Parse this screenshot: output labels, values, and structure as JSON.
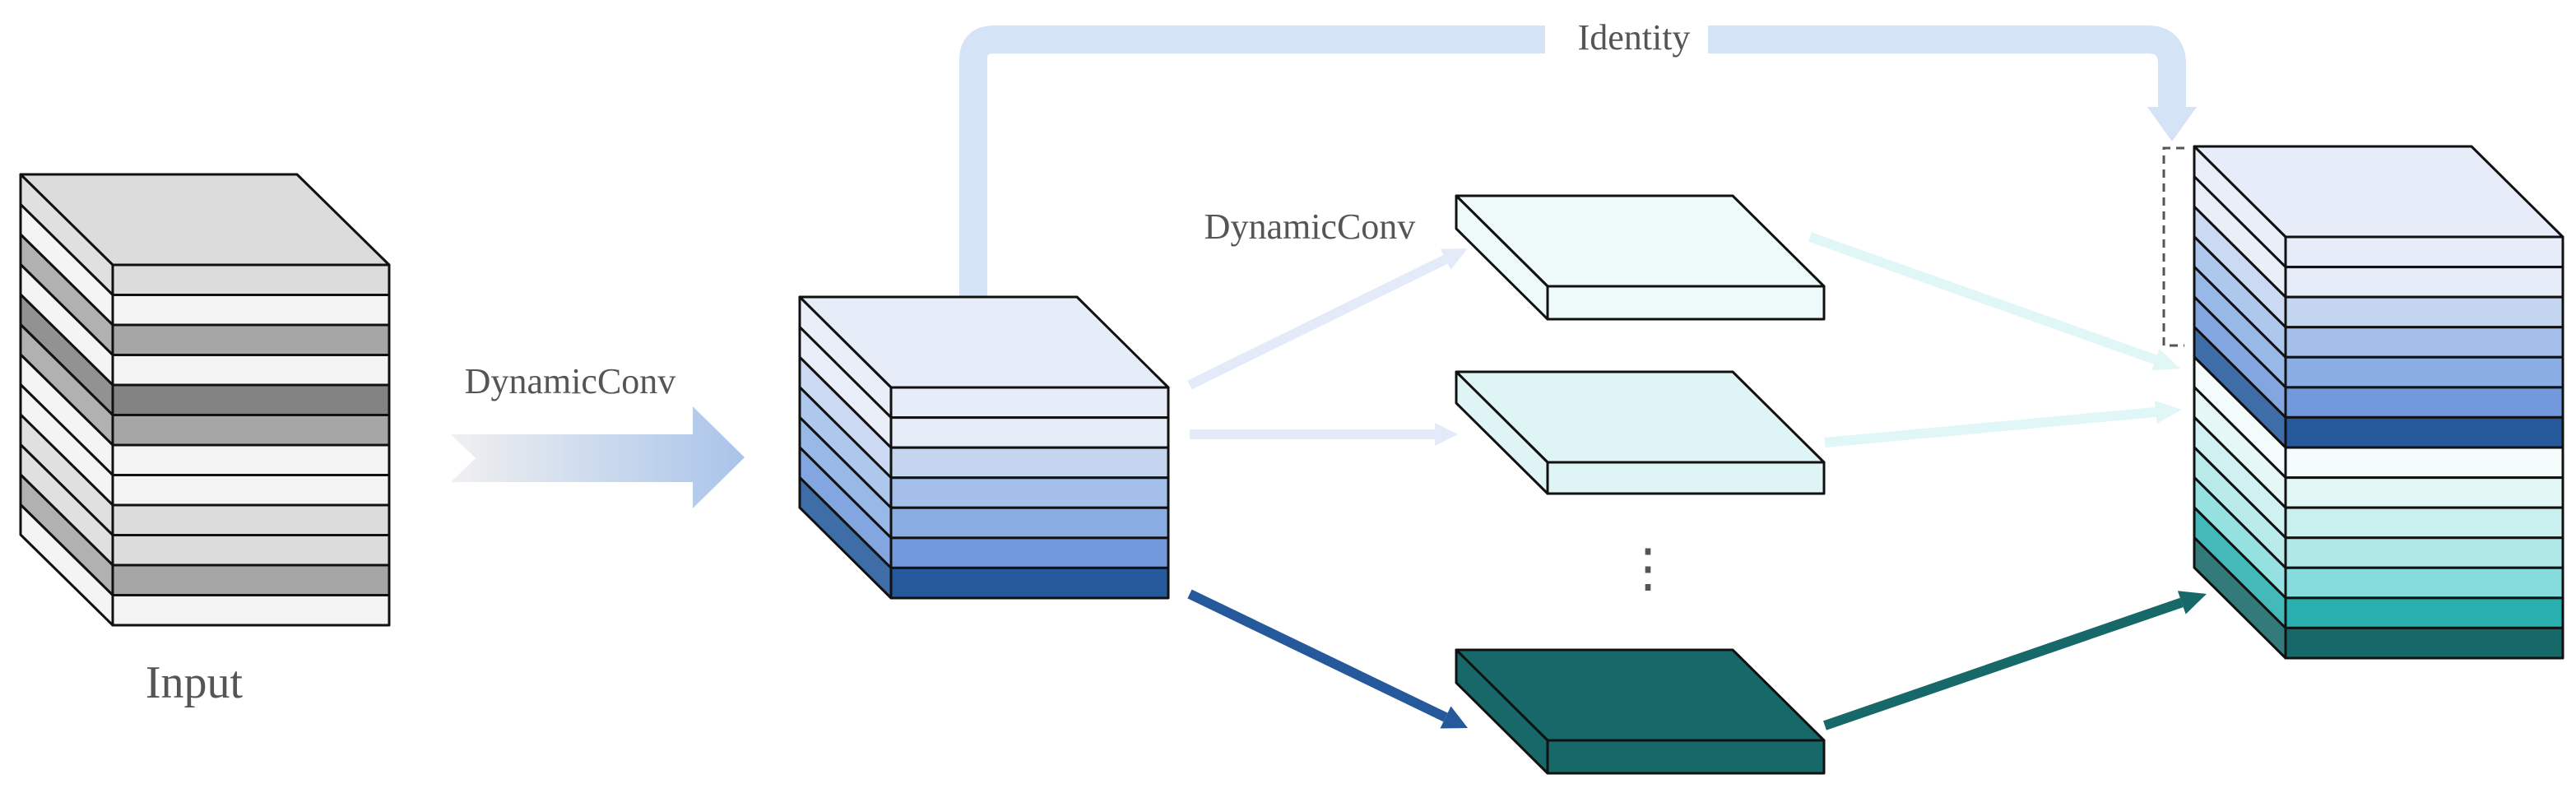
{
  "labels": {
    "input": "Input",
    "dynamic_conv_1": "DynamicConv",
    "dynamic_conv_2": "DynamicConv",
    "identity": "Identity",
    "ellipsis": "⋮"
  },
  "colors": {
    "stroke": "#111111",
    "input_front": [
      "#dcdcdc",
      "#f3f3f3",
      "#a6a6a6",
      "#f3f3f3",
      "#838383",
      "#a6a6a6",
      "#f3f3f3",
      "#f3f3f3",
      "#dcdcdc",
      "#dcdcdc",
      "#a6a6a6",
      "#f3f3f3"
    ],
    "input_top": "#dcdcdc",
    "conv_front": [
      "#e6ecf8",
      "#e6ecf8",
      "#c4d5f0",
      "#a3bfea",
      "#8aaee4",
      "#7299dc",
      "#25599b"
    ],
    "conv_top": "#e6ecf8",
    "branch_1": "#eef9f9",
    "branch_2": "#dff5f5",
    "branch_3": "#176868",
    "output_front": [
      "#e6ecf8",
      "#e6ecf8",
      "#c4d5f0",
      "#a3bfea",
      "#8aaee4",
      "#7299dc",
      "#25599b",
      "#f3fbfb",
      "#e2f6f6",
      "#c9efef",
      "#b0e8e8",
      "#86dcdc",
      "#2aafaf",
      "#176868"
    ],
    "output_top": "#e6ecf8",
    "identity_arrow": "#d5e3f6",
    "arrow_light_blue": "#e4ebf8",
    "arrow_light_teal": "#e1f6f6",
    "arrow_dark_blue": "#25599b",
    "arrow_dark_teal": "#176868",
    "big_arrow_start": "#f0f0f0",
    "big_arrow_end": "#a9c4ea"
  }
}
